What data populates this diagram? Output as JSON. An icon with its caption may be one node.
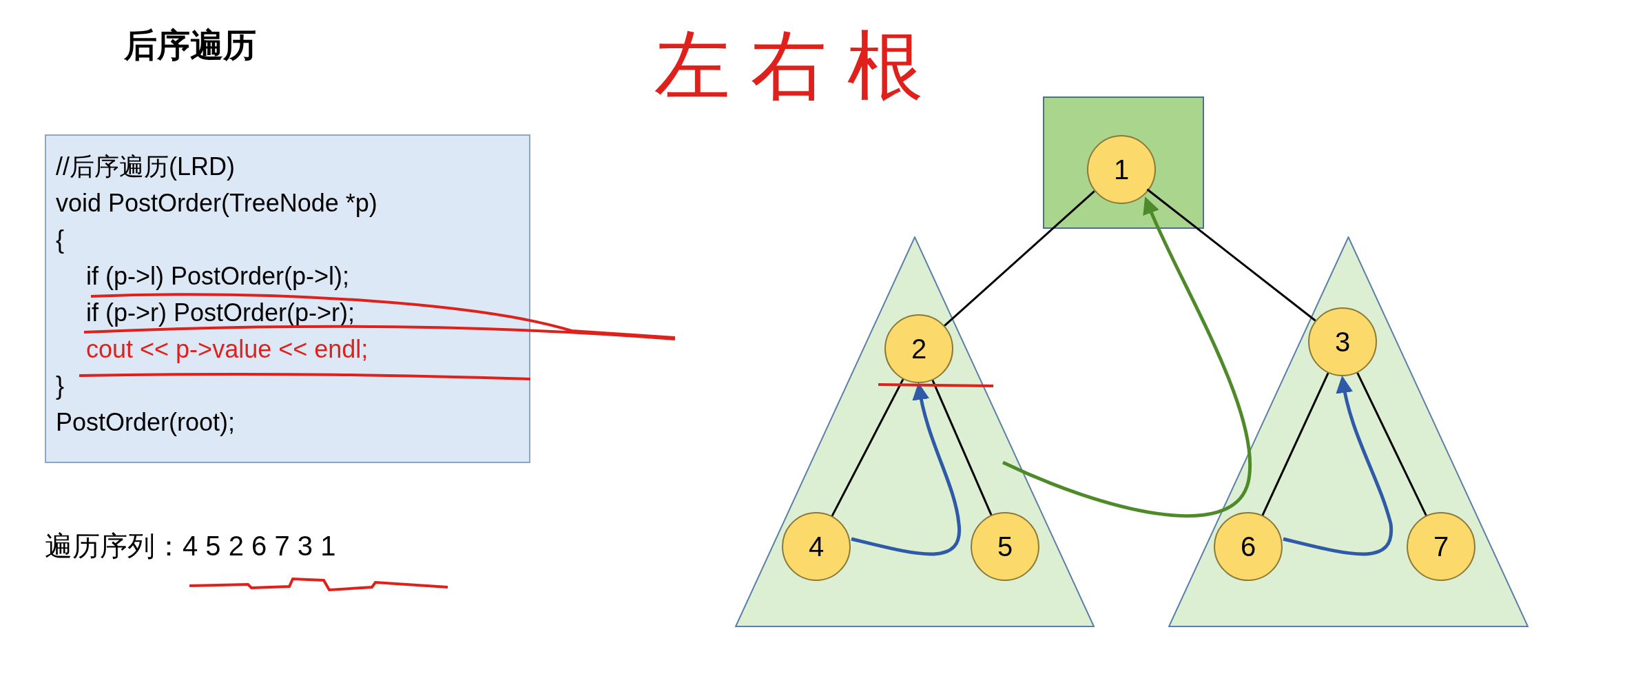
{
  "diagram": {
    "title": "后序遍历",
    "nodes": [
      {
        "text": [
          "//后序遍历(LRD)",
          "void PostOrder(TreeNode *p)",
          "{",
          "if (p->l) PostOrder(p->l);",
          "if (p->r) PostOrder(p->r);",
          "cout << p->value << endl;",
          "}",
          "PostOrder(root);"
        ]
      },
      {
        "text": [],
        "shape": "box"
      },
      {
        "text": [
          "1"
        ],
        "in": 1
      },
      {
        "text": [],
        "shape": "triangle"
      },
      {
        "text": [
          "2"
        ],
        "in": 3
      },
      {
        "text": [
          "4"
        ],
        "in": 3
      },
      {
        "text": [
          "5"
        ],
        "in": 3
      },
      {
        "text": [],
        "shape": "triangle"
      },
      {
        "text": [
          "3"
        ],
        "in": 7
      },
      {
        "text": [
          "6"
        ],
        "in": 7
      },
      {
        "text": [
          "7"
        ],
        "in": 7
      }
    ],
    "edges": [
      {
        "from": 2,
        "to": 4,
        "arrow": "none"
      },
      {
        "from": 2,
        "to": 8,
        "arrow": "none"
      },
      {
        "from": 4,
        "to": 5,
        "arrow": "none"
      },
      {
        "from": 4,
        "to": 6,
        "arrow": "none"
      },
      {
        "from": 8,
        "to": 9,
        "arrow": "none"
      },
      {
        "from": 8,
        "to": 10,
        "arrow": "none"
      },
      {
        "from": 5,
        "to": 4,
        "arrow": "to",
        "color": "#2f5aa8"
      },
      {
        "from": 9,
        "to": 8,
        "arrow": "to",
        "color": "#2f5aa8"
      },
      {
        "from": 3,
        "to": 2,
        "arrow": "to",
        "color": "#4f8a2a"
      }
    ],
    "labels": [
      "左右根",
      "遍历序列：4 5 2 6 7 3 1"
    ]
  }
}
